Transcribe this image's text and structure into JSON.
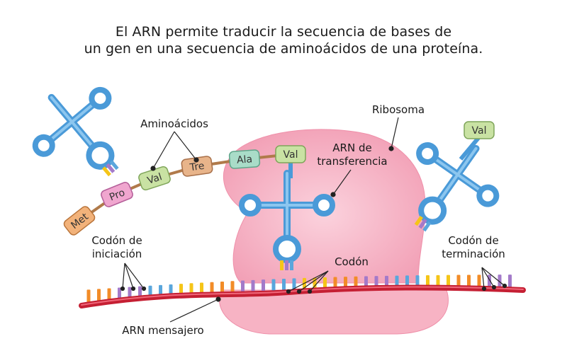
{
  "title": {
    "line1": "El ARN permite traducir la secuencia de bases de",
    "line2": "un gen en una secuencia de aminoácidos de una proteína."
  },
  "labels": {
    "aminoacidos": "Aminoácidos",
    "ribosoma": "Ribosoma",
    "arn_transferencia_1": "ARN de",
    "arn_transferencia_2": "transferencia",
    "codon_iniciacion_1": "Codón de",
    "codon_iniciacion_2": "iniciación",
    "codon": "Codón",
    "codon_terminacion_1": "Codón de",
    "codon_terminacion_2": "terminación",
    "arn_mensajero": "ARN mensajero"
  },
  "chain": [
    {
      "name": "Met",
      "color": "#f2b27a",
      "stroke": "#b9743a"
    },
    {
      "name": "Pro",
      "color": "#f0a6cf",
      "stroke": "#b5609a"
    },
    {
      "name": "Val",
      "color": "#c9e2a3",
      "stroke": "#7fa55a"
    },
    {
      "name": "Tre",
      "color": "#e8b48a",
      "stroke": "#a8704a"
    },
    {
      "name": "Ala",
      "color": "#a9dcc8",
      "stroke": "#5fa58a"
    },
    {
      "name": "Val",
      "color": "#c9e2a3",
      "stroke": "#7fa55a"
    }
  ],
  "incoming_amino": {
    "name": "Val",
    "color": "#c9e2a3",
    "stroke": "#7fa55a"
  },
  "colors": {
    "ribosome": "#f6a9bd",
    "trna": "#4a9ad8",
    "trna_fill": "#8cc6ef",
    "mrna": "#e0364a",
    "base_yellow": "#f5c518",
    "base_orange": "#f28c28",
    "base_purple": "#a37ac9",
    "base_blue": "#5aa6dc"
  }
}
